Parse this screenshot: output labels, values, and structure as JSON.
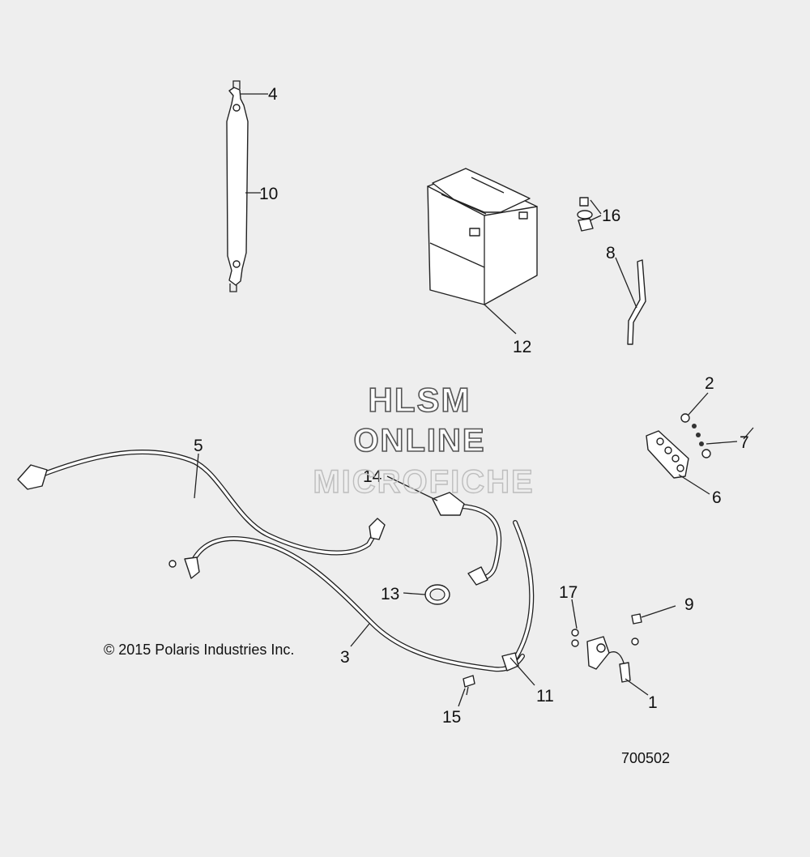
{
  "watermark": {
    "line1": "HLSM",
    "line2": "ONLINE",
    "line3": "MICROFICHE"
  },
  "copyright": "© 2015 Polaris Industries Inc.",
  "figure_id": "700502",
  "callouts": [
    "1",
    "2",
    "3",
    "4",
    "5",
    "6",
    "7",
    "8",
    "9",
    "10",
    "11",
    "12",
    "13",
    "14",
    "15",
    "16",
    "17"
  ]
}
